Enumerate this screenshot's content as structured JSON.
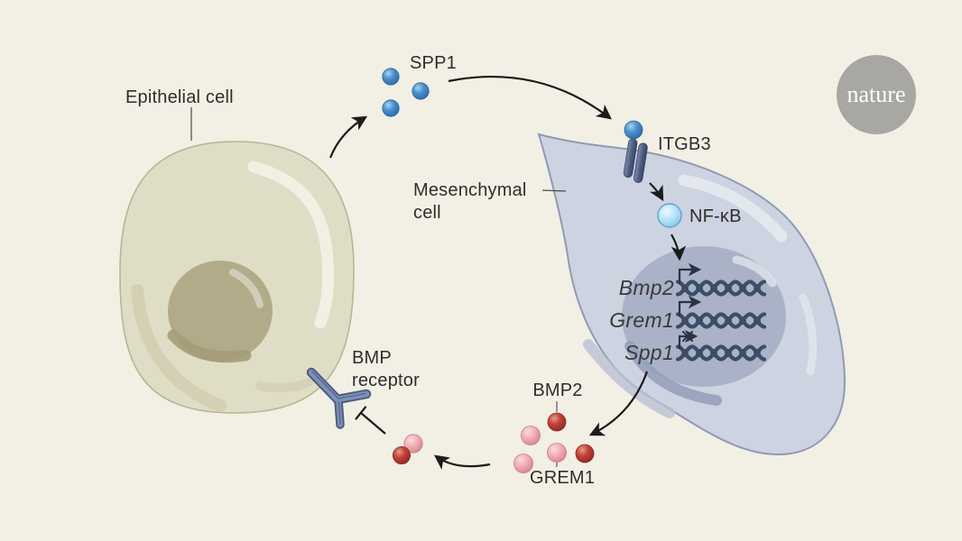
{
  "background": "#f2efe4",
  "logo": {
    "text": "nature",
    "circle_color": "#a8a7a4",
    "text_color": "#ffffff"
  },
  "cells": {
    "epithelial": {
      "label": "Epithelial cell",
      "body_color": "#dfddc6",
      "nucleus_color": "#b2ab89"
    },
    "mesenchymal": {
      "label": "Mesenchymal cell",
      "body_color": "#cdd3e0",
      "nucleus_color": "#a9b2c7"
    }
  },
  "molecules": {
    "spp1": {
      "label": "SPP1",
      "color": "#4a90cc"
    },
    "itgb3": {
      "label": "ITGB3",
      "color": "#46567a"
    },
    "nfkb": {
      "label": "NF-κB",
      "color": "#b3e1f8"
    },
    "bmp2": {
      "label": "BMP2",
      "color": "#c2423a"
    },
    "grem1": {
      "label": "GREM1",
      "color": "#efa9ae"
    },
    "bmp_receptor": {
      "label": "BMP receptor",
      "color": "#7e91b6"
    }
  },
  "genes": [
    {
      "name": "Bmp2",
      "transcription": "active"
    },
    {
      "name": "Grem1",
      "transcription": "active"
    },
    {
      "name": "Spp1",
      "transcription": "repressed"
    }
  ]
}
